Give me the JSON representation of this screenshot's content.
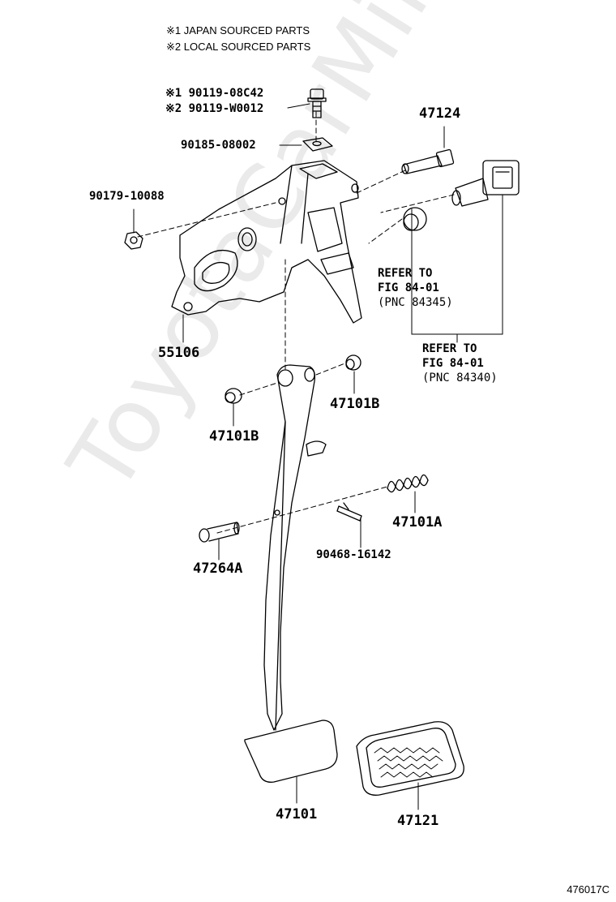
{
  "notes": {
    "line1": "※1 JAPAN SOURCED PARTS",
    "line2": "※2 LOCAL SOURCED PARTS"
  },
  "parts": {
    "bolt_japan": "※1 90119-08C42",
    "bolt_local": "※2 90119-W0012",
    "nut_plate": "90185-08002",
    "pin_47124": "47124",
    "nut_90179": "90179-10088",
    "bracket": "55106",
    "bushing_left": "47101B",
    "bushing_right": "47101B",
    "spring": "47101A",
    "clip": "90468-16142",
    "pin_47264": "47264A",
    "pedal_arm": "47101",
    "pedal_pad": "47121"
  },
  "refs": {
    "ref1": {
      "line1": "REFER TO",
      "line2": "FIG 84-01",
      "pnc": "(PNC 84345)"
    },
    "ref2": {
      "line1": "REFER TO",
      "line2": "FIG 84-01",
      "pnc": "(PNC 84340)"
    }
  },
  "watermark": "ToyotaCarMine.ru",
  "figure_id": "476017C"
}
